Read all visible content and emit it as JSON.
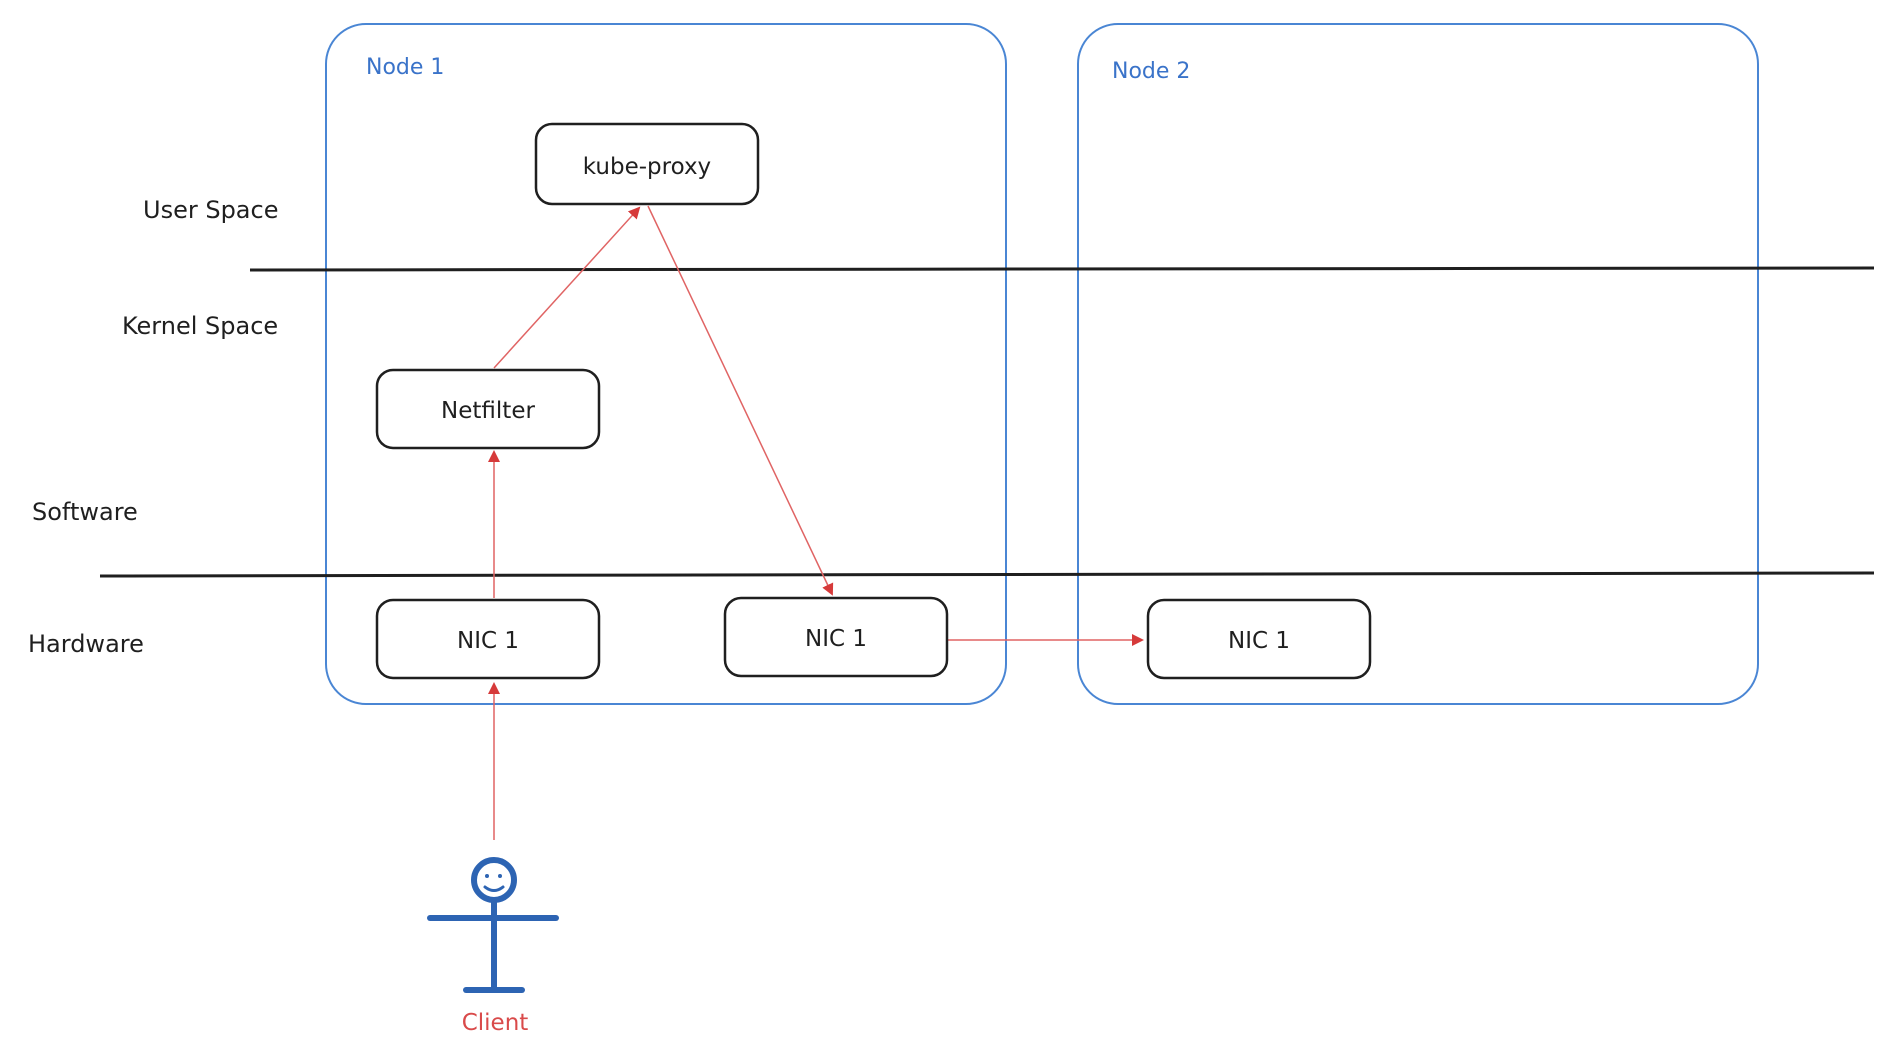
{
  "layers": {
    "user_space": "User Space",
    "kernel_space": "Kernel Space",
    "software": "Software",
    "hardware": "Hardware"
  },
  "nodes": {
    "node1_title": "Node 1",
    "node2_title": "Node 2"
  },
  "boxes": {
    "kube_proxy": "kube-proxy",
    "netfilter": "Netfilter",
    "nic_a": "NIC 1",
    "nic_b": "NIC 1",
    "nic_c": "NIC 1"
  },
  "client": {
    "label": "Client"
  },
  "colors": {
    "node_border": "#4a86d4",
    "node_title": "#3a73c9",
    "arrow": "#e06464",
    "arrow_head": "#d63a3a",
    "client_figure": "#2d64b3",
    "client_label": "#d94a4a",
    "line": "#1f1f1f"
  }
}
